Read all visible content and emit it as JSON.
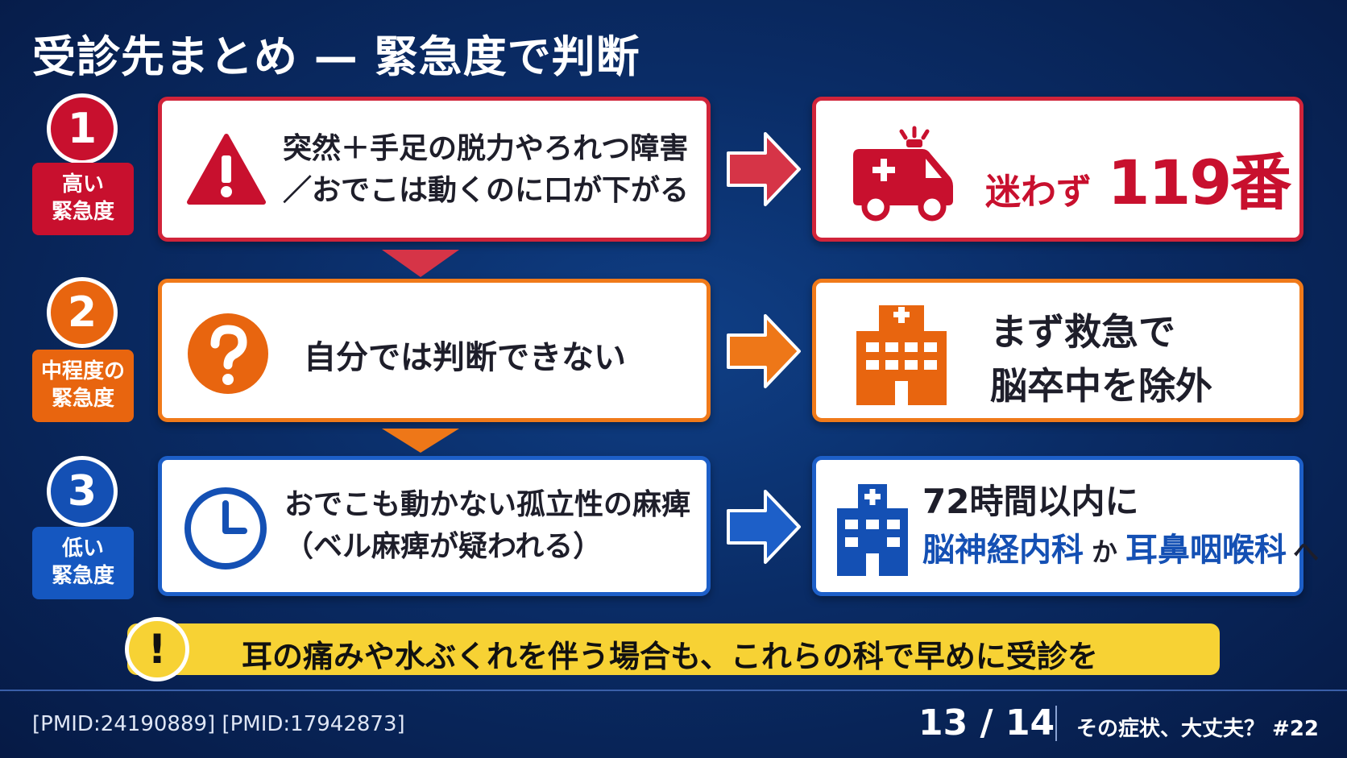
{
  "title": "受診先まとめ — 緊急度で判断",
  "colors": {
    "high": "#c8102e",
    "mid": "#e8650f",
    "low": "#1450b4",
    "note": "#f7d234"
  },
  "rows": [
    {
      "number": "1",
      "level": [
        "高い",
        "緊急度"
      ],
      "condition_icon": "warning-triangle-icon",
      "condition": [
        "突然＋手足の脱力やろれつ障害",
        "／おでこは動くのに口が下がる"
      ],
      "action_icon": "ambulance-icon",
      "action": {
        "prefix": "迷わず",
        "main": "119番"
      }
    },
    {
      "number": "2",
      "level": [
        "中程度の",
        "緊急度"
      ],
      "condition_icon": "question-circle-icon",
      "condition": [
        "自分では判断できない"
      ],
      "action_icon": "hospital-icon",
      "action": [
        "まず救急で",
        "脳卒中を除外"
      ]
    },
    {
      "number": "3",
      "level": [
        "低い",
        "緊急度"
      ],
      "condition_icon": "clock-icon",
      "condition": [
        "おでこも動かない孤立性の麻痺",
        "（ベル麻痺が疑われる）"
      ],
      "action_icon": "clinic-icon",
      "action": {
        "line1": "72時間以内に",
        "dept1": "脳神経内科",
        "connector": "か",
        "dept2": "耳鼻咽喉科",
        "suffix": "へ"
      }
    }
  ],
  "note": {
    "icon": "exclamation-icon",
    "text": "耳の痛みや水ぶくれを伴う場合も、これらの科で早めに受診を"
  },
  "footer": {
    "references": "[PMID:24190889] [PMID:17942873]",
    "page": "13 / 14",
    "series": "その症状、大丈夫？ #22"
  }
}
